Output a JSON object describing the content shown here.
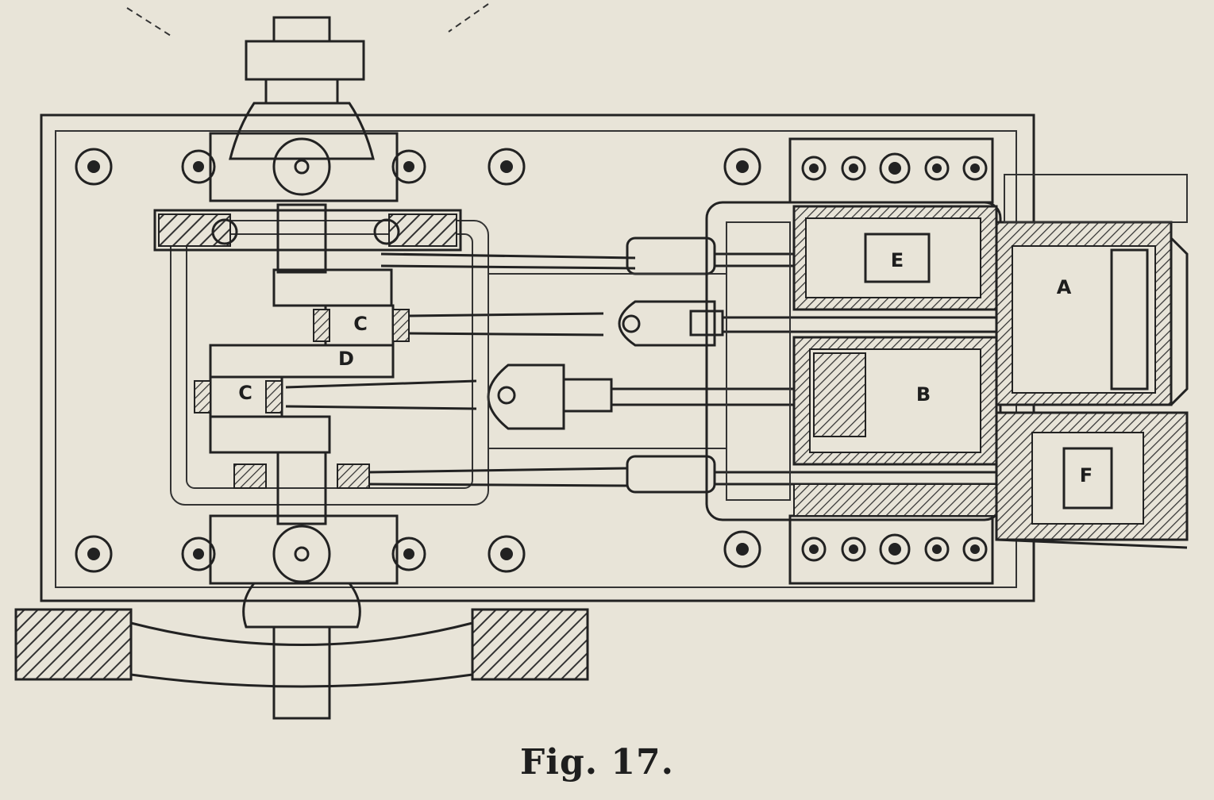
{
  "figure": {
    "caption": "Fig. 17.",
    "labels": {
      "a": "A",
      "b": "B",
      "c_upper": "C",
      "c_lower": "C",
      "d": "D",
      "e": "E",
      "f": "F"
    }
  },
  "colors": {
    "paper": "#e8e4d8",
    "ink": "#222222"
  }
}
